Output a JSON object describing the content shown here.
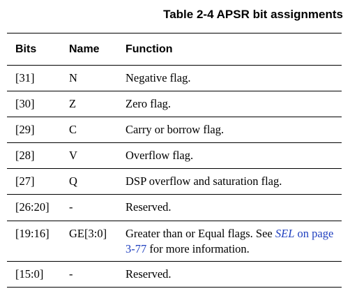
{
  "caption": "Table 2-4 APSR bit assignments",
  "columns": {
    "bits": "Bits",
    "name": "Name",
    "function": "Function"
  },
  "rows": [
    {
      "bits": "[31]",
      "name": "N",
      "function": "Negative flag."
    },
    {
      "bits": "[30]",
      "name": "Z",
      "function": "Zero flag."
    },
    {
      "bits": "[29]",
      "name": "C",
      "function": "Carry or borrow flag."
    },
    {
      "bits": "[28]",
      "name": "V",
      "function": "Overflow flag."
    },
    {
      "bits": "[27]",
      "name": "Q",
      "function": "DSP overflow and saturation flag."
    },
    {
      "bits": "[26:20]",
      "name": "-",
      "function": "Reserved."
    },
    {
      "bits": "[19:16]",
      "name": "GE[3:0]",
      "function_pre": "Greater than or Equal flags. See ",
      "function_link1": "SEL",
      "function_mid": " on ",
      "function_link2": "page 3-77",
      "function_post": " for more information."
    },
    {
      "bits": "[15:0]",
      "name": "-",
      "function": "Reserved."
    }
  ],
  "colors": {
    "link": "#1f3fbf"
  }
}
